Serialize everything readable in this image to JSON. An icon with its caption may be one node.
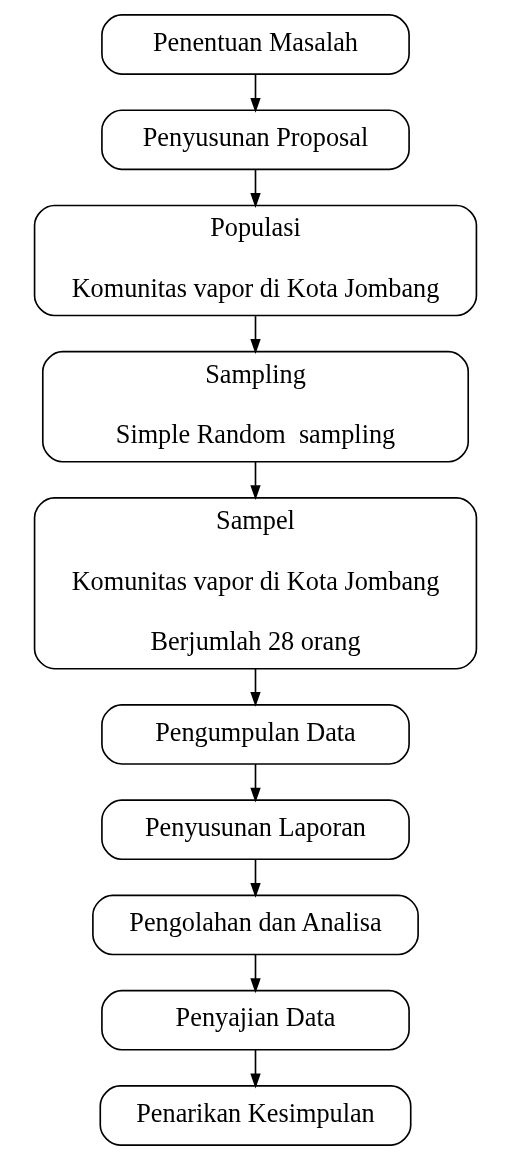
{
  "diagram": {
    "nodes": [
      {
        "text": [
          "Penentuan Masalah"
        ]
      },
      {
        "text": [
          "Penyusunan Proposal"
        ]
      },
      {
        "text": [
          "Populasi",
          "Komunitas vapor di Kota Jombang"
        ]
      },
      {
        "text": [
          "Sampling",
          "Simple Random  sampling"
        ]
      },
      {
        "text": [
          "Sampel",
          "Komunitas vapor di Kota Jombang",
          "Berjumlah 28 orang"
        ]
      },
      {
        "text": [
          "Pengumpulan Data"
        ]
      },
      {
        "text": [
          "Penyusunan Laporan"
        ]
      },
      {
        "text": [
          "Pengolahan dan Analisa"
        ]
      },
      {
        "text": [
          "Penyajian Data"
        ]
      },
      {
        "text": [
          "Penarikan Kesimpulan"
        ]
      }
    ],
    "edges": [
      {
        "from": 0,
        "to": 1,
        "arrow": "to"
      },
      {
        "from": 1,
        "to": 2,
        "arrow": "to"
      },
      {
        "from": 2,
        "to": 3,
        "arrow": "to"
      },
      {
        "from": 3,
        "to": 4,
        "arrow": "to"
      },
      {
        "from": 4,
        "to": 5,
        "arrow": "to"
      },
      {
        "from": 5,
        "to": 6,
        "arrow": "to"
      },
      {
        "from": 6,
        "to": 7,
        "arrow": "to"
      },
      {
        "from": 7,
        "to": 8,
        "arrow": "to"
      },
      {
        "from": 8,
        "to": 9,
        "arrow": "to"
      }
    ]
  }
}
